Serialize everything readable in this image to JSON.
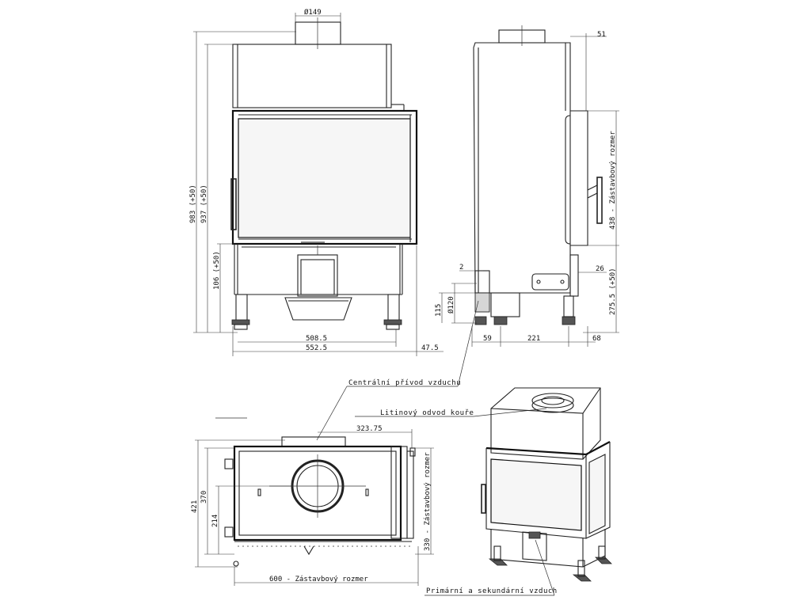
{
  "dimensions": {
    "flue_diameter": "Ø149",
    "height_983": "983 (+50)",
    "height_937": "937 (+50)",
    "height_106": "106 (+50)",
    "width_508": "508.5",
    "width_552": "552.5",
    "width_47": "47.5",
    "side_51": "51",
    "side_438": "438 - Zástavbový rozmer",
    "side_26": "26",
    "side_275": "275.5 (+50)",
    "side_2": "2",
    "side_120": "Ø120",
    "side_115": "115",
    "side_59": "59",
    "side_221": "221",
    "side_68": "68",
    "top_323": "323.75",
    "top_421": "421",
    "top_370": "370",
    "top_214": "214",
    "top_600": "600 - Zástavbový rozmer",
    "top_330": "330 - Zástavbový rozmer"
  },
  "labels": {
    "central_air": "Centrální přívod vzduchu",
    "cast_iron_flue": "Litinový odvod kouře",
    "primary_secondary_air": "Primární a sekundární vzduch"
  }
}
